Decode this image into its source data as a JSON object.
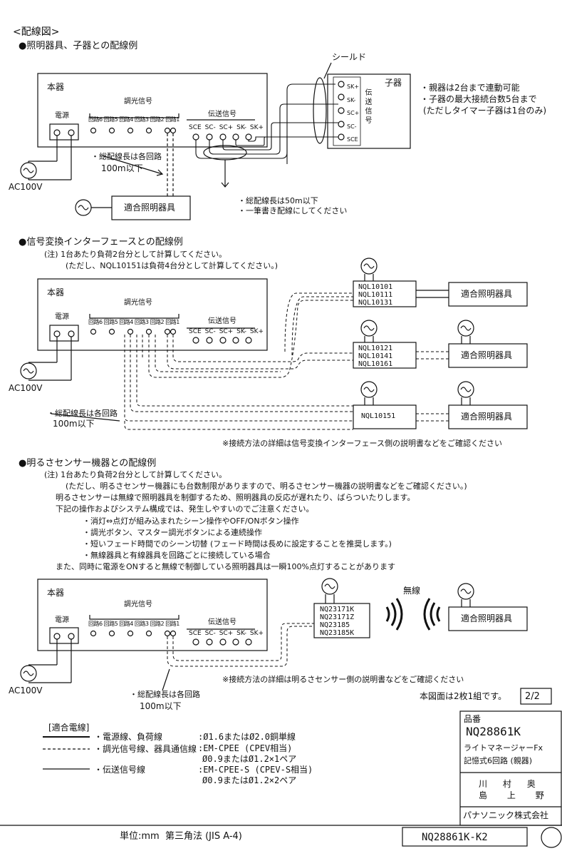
{
  "title": "<配線図>",
  "sec1": {
    "heading": "●照明器具、子器との配線例",
    "main_unit": "本器",
    "dimming": "調光信号",
    "power": "電源",
    "transmission": "伝送信号",
    "circuits": [
      "回路6",
      "回路5",
      "回路4",
      "回路3",
      "回路2",
      "回路1"
    ],
    "terminals": [
      "SCE",
      "SC-",
      "SC+",
      "SK-",
      "SK+"
    ],
    "ac": "AC100V",
    "wire_note_1": "・総配線長は各回路",
    "wire_note_2": "100m以下",
    "fixture": "適合照明器具",
    "shield": "シールド",
    "sub_unit": "子器",
    "sub_terminals": [
      "SK+",
      "SK-",
      "SC+",
      "SC-",
      "SCE"
    ],
    "sub_label": "伝送信号",
    "trans_note_1": "・総配線長は50m以下",
    "trans_note_2": "・一筆書き配線にしてください",
    "notes": [
      "・親器は2台まで連動可能",
      "・子器の最大接続台数5台まで",
      "(ただしタイマー子器は1台のみ)"
    ]
  },
  "sec2": {
    "heading": "●信号変換インターフェースとの配線例",
    "note1": "(注) 1台あたり負荷2台分として計算してください。",
    "note2": "(ただし、NQL10151は負荷4台分として計算してください。)",
    "if1": [
      "NQL10101",
      "NQL10111",
      "NQL10131"
    ],
    "if2": [
      "NQL10121",
      "NQL10141",
      "NQL10161"
    ],
    "if3": "NQL10151",
    "fixture": "適合照明器具",
    "wire_note_1": "・総配線長は各回路",
    "wire_note_2": "100m以下",
    "footnote": "※接続方法の詳細は信号変換インターフェース側の説明書などをご確認ください"
  },
  "sec3": {
    "heading": "●明るさセンサー機器との配線例",
    "lines": [
      "(注) 1台あたり負荷2台分として計算してください。",
      "(ただし、明るさセンサー機器にも台数制限がありますので、明るさセンサー機器の説明書などをご確認ください。)",
      "明るさセンサーは無線で照明器具を制御するため、照明器具の反応が遅れたり、ばらついたりします。",
      "下記の操作およびシステム構成では、発生しやすいのでご注意ください。",
      "・消灯⇔点灯が組み込まれたシーン操作やOFF/ONボタン操作",
      "・調光ボタン、マスター調光ボタンによる連続操作",
      "・短いフェード時間でのシーン切替 (フェード時間は長めに設定することを推奨します。)",
      "・無線器具と有線器具を回路ごとに接続している場合",
      "また、同時に電源をONすると無線で制御している照明器具は一瞬100%点灯することがあります"
    ],
    "sensor": [
      "NQ23171K",
      "NQ23171Z",
      "NQ23185",
      "NQ23185K"
    ],
    "wireless": "無線",
    "fixture": "適合照明器具",
    "footnote": "※接続方法の詳細は明るさセンサー側の説明書などをご確認ください",
    "wire_note_1": "・総配線長は各回路",
    "wire_note_2": "100m以下"
  },
  "footer": {
    "sheet_note": "本図面は2枚1組です。",
    "sheet_no": "2/2",
    "cable_title": "[適合電線]",
    "cable1": "・電源線、負荷線",
    "cable1_spec": ":Ø1.6またはØ2.0銅単線",
    "cable2": "・調光信号線、器具通信線",
    "cable2_spec": ":EM-CPEE (CPEV相当)",
    "cable2_spec2": "Ø0.9またはØ1.2×1ペア",
    "cable3": "・伝送信号線",
    "cable3_spec": ":EM-CPEE-S (CPEV-S相当)",
    "cable3_spec2": "Ø0.9またはØ1.2×2ペア",
    "part_label": "品番",
    "part_no": "NQ28861K",
    "product1": "ライトマネージャーFx",
    "product2": "記憶式6回路 (親器)",
    "signs": [
      "川",
      "村",
      "奥",
      "島",
      "上",
      "野"
    ],
    "company": "パナソニック株式会社",
    "unit": "単位:mm  第三角法 (JIS A-4)",
    "drawing_no": "NQ28861K-K2"
  }
}
